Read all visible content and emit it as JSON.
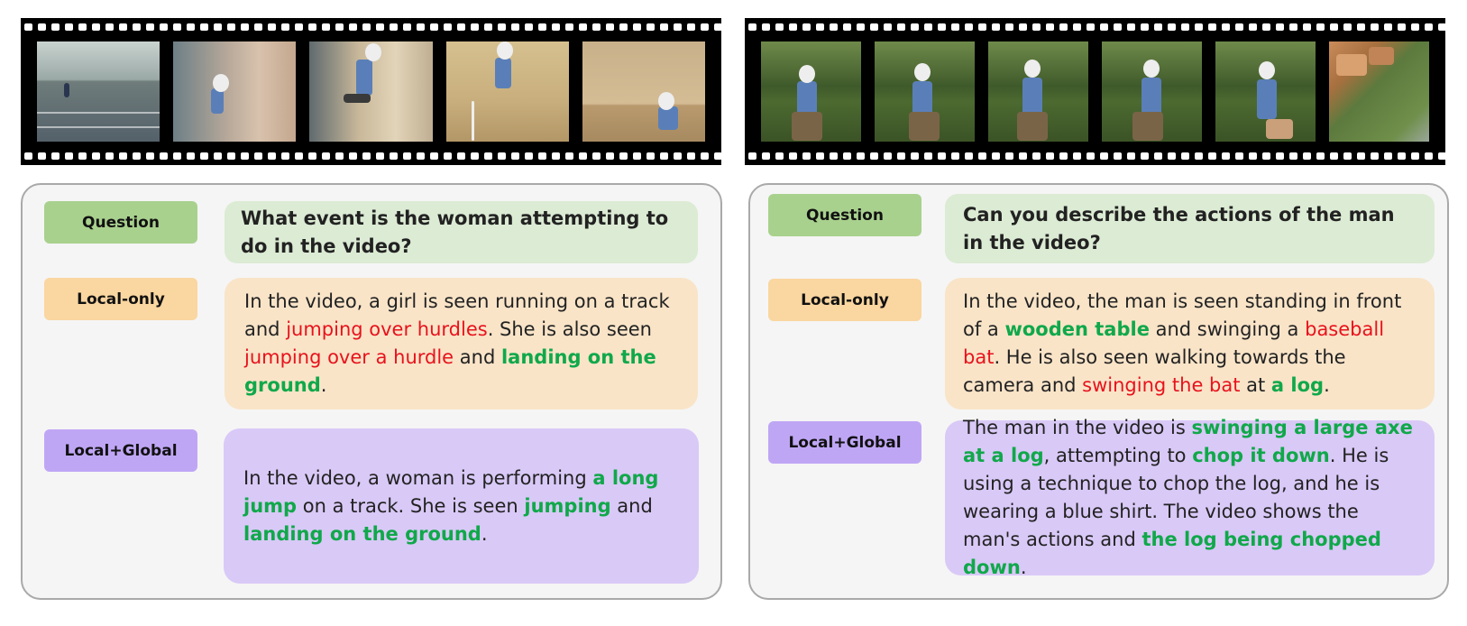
{
  "colors": {
    "question_label": "#a9d18e",
    "local_only_label": "#fad6a0",
    "local_global_label": "#bfa6f5",
    "wrong_text": "#e8121c",
    "correct_text": "#10a84a"
  },
  "left": {
    "question_label": "Question",
    "local_only_label": "Local-only",
    "local_global_label": "Local+Global",
    "question": "What event is the woman attempting to do in the video?",
    "local_only": [
      {
        "t": "In the video, a girl is seen running on a track and ",
        "s": "plain"
      },
      {
        "t": "jumping over hurdles",
        "s": "red"
      },
      {
        "t": ". She is also seen ",
        "s": "plain"
      },
      {
        "t": "jumping over a hurdle",
        "s": "red"
      },
      {
        "t": " and ",
        "s": "plain"
      },
      {
        "t": "landing on the ground",
        "s": "green"
      },
      {
        "t": ".",
        "s": "plain"
      }
    ],
    "local_global": [
      {
        "t": "In the video, a woman is performing ",
        "s": "plain"
      },
      {
        "t": "a long jump",
        "s": "green"
      },
      {
        "t": " on a track. She is seen ",
        "s": "plain"
      },
      {
        "t": "jumping",
        "s": "green"
      },
      {
        "t": " and ",
        "s": "plain"
      },
      {
        "t": "landing on the ground",
        "s": "green"
      },
      {
        "t": ".",
        "s": "plain"
      }
    ]
  },
  "right": {
    "question_label": "Question",
    "local_only_label": "Local-only",
    "local_global_label": "Local+Global",
    "question": "Can you describe the actions of the man in the video?",
    "local_only": [
      {
        "t": "In the video, the man is seen standing in front of a ",
        "s": "plain"
      },
      {
        "t": "wooden table",
        "s": "green"
      },
      {
        "t": " and swinging a ",
        "s": "plain"
      },
      {
        "t": "baseball bat",
        "s": "red"
      },
      {
        "t": ". He is also seen walking towards the camera and ",
        "s": "plain"
      },
      {
        "t": "swinging the bat",
        "s": "red"
      },
      {
        "t": " at ",
        "s": "plain"
      },
      {
        "t": "a log",
        "s": "green"
      },
      {
        "t": ".",
        "s": "plain"
      }
    ],
    "local_global": [
      {
        "t": "The man in the video is ",
        "s": "plain"
      },
      {
        "t": "swinging a large axe at a log",
        "s": "green"
      },
      {
        "t": ", attempting to ",
        "s": "plain"
      },
      {
        "t": "chop it down",
        "s": "green"
      },
      {
        "t": ". He is using a technique to chop the log, and he is wearing a blue shirt. The video shows the man's actions and ",
        "s": "plain"
      },
      {
        "t": "the log being chopped down",
        "s": "green"
      },
      {
        "t": ".",
        "s": "plain"
      }
    ]
  }
}
